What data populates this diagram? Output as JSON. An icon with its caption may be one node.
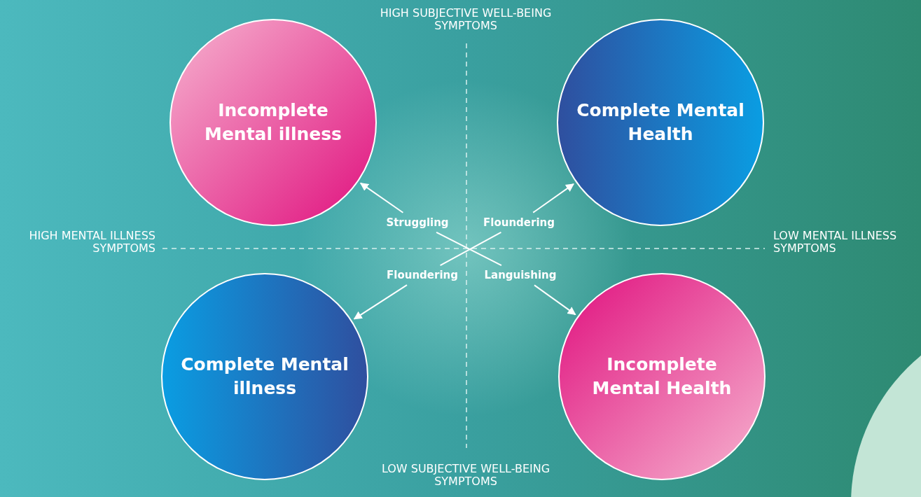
{
  "diagram": {
    "nodes": [
      {
        "text": [
          "Incomplete Mental illness"
        ]
      },
      {
        "text": [
          "Complete Mental Health"
        ]
      },
      {
        "text": [
          "Complete Mental illness"
        ]
      },
      {
        "text": [
          "Incomplete Mental Health"
        ]
      },
      {
        "text": [
          "Struggling"
        ]
      },
      {
        "text": [
          "Floundering"
        ]
      },
      {
        "text": [
          "Floundering"
        ]
      },
      {
        "text": [
          "Languishing"
        ]
      }
    ],
    "edges": [
      {
        "from": 4,
        "to": 0,
        "arrow": "to"
      },
      {
        "from": 5,
        "to": 1,
        "arrow": "to"
      },
      {
        "from": 6,
        "to": 2,
        "arrow": "to"
      },
      {
        "from": 7,
        "to": 3,
        "arrow": "to"
      },
      {
        "from": 4,
        "to": 7,
        "arrow": "none"
      },
      {
        "from": 5,
        "to": 6,
        "arrow": "none"
      }
    ],
    "labels": [
      "HIGH SUBJECTIVE WELL-BEING SYMPTOMS",
      "HIGH MENTAL ILLNESS SYMPTOMS",
      "LOW MENTAL ILLNESS SYMPTOMS",
      "LOW SUBJECTIVE WELL-BEING SYMPTOMS"
    ]
  }
}
